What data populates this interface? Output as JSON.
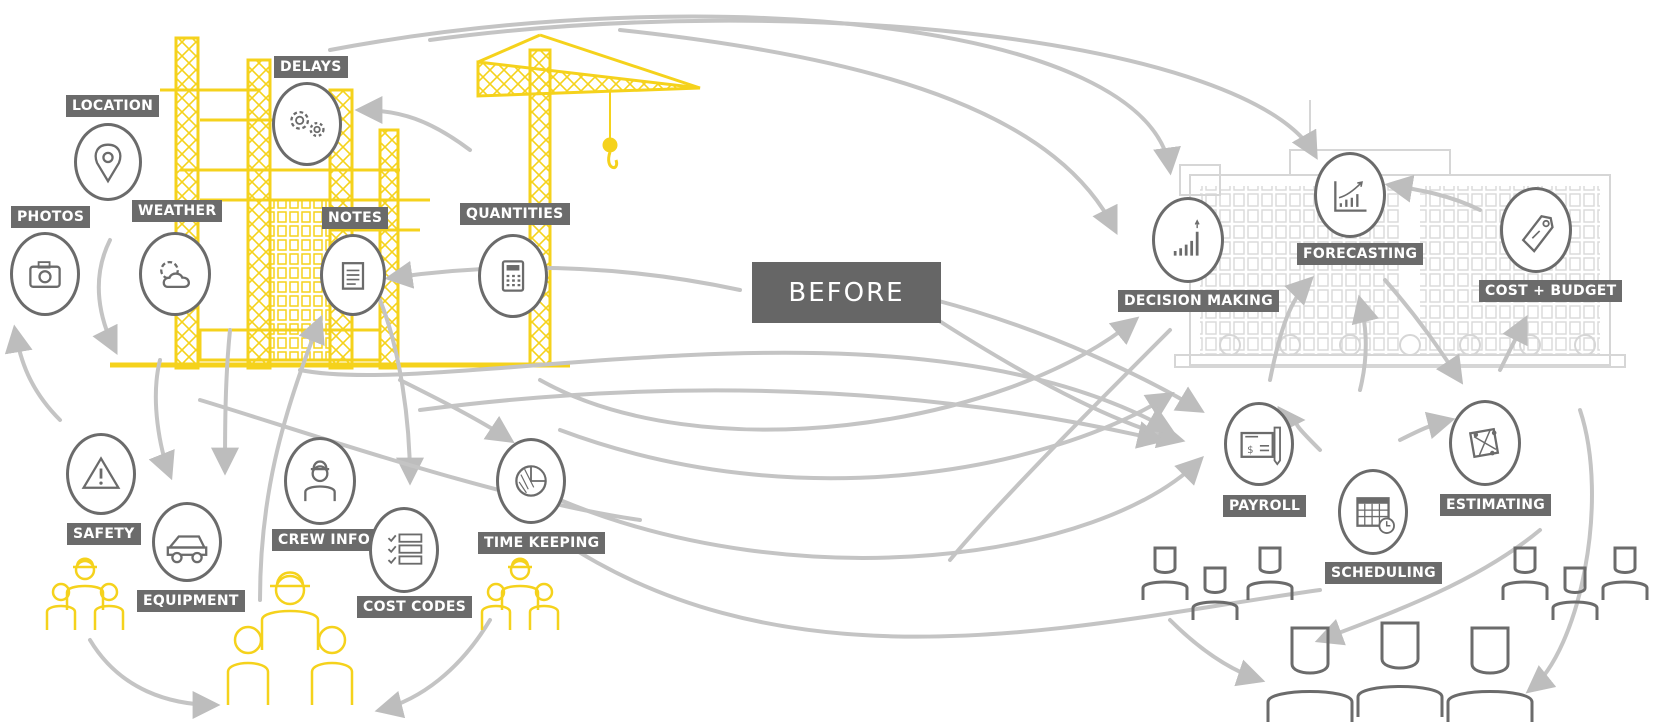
{
  "center": {
    "label": "BEFORE"
  },
  "field_items": {
    "location": "LOCATION",
    "delays": "DELAYS",
    "photos": "PHOTOS",
    "weather": "WEATHER",
    "notes": "NOTES",
    "quantities": "QUANTITIES",
    "safety": "SAFETY",
    "equipment": "EQUIPMENT",
    "crew_info": "CREW INFO",
    "cost_codes": "COST CODES",
    "time_keeping": "TIME KEEPING"
  },
  "office_items": {
    "decision_making": "DECISION MAKING",
    "forecasting": "FORECASTING",
    "cost_budget": "COST + BUDGET",
    "payroll": "PAYROLL",
    "scheduling": "SCHEDULING",
    "estimating": "ESTIMATING"
  },
  "colors": {
    "field_accent": "#f5d21c",
    "node_gray": "#6b6b6b",
    "arrow_gray": "#c4c4c4",
    "building_gray": "#d6d6d6"
  },
  "icons": {
    "location": "map-pin-icon",
    "delays": "gears-icon",
    "photos": "camera-icon",
    "weather": "sun-cloud-icon",
    "notes": "notepad-icon",
    "quantities": "calculator-icon",
    "safety": "warning-icon",
    "equipment": "dump-truck-icon",
    "crew_info": "worker-icon",
    "cost_codes": "checklist-icon",
    "time_keeping": "pie-chart-icon",
    "decision_making": "bar-chart-icon",
    "forecasting": "trend-chart-icon",
    "cost_budget": "price-tag-icon",
    "payroll": "cheque-icon",
    "scheduling": "calendar-icon",
    "estimating": "blueprint-icon"
  }
}
